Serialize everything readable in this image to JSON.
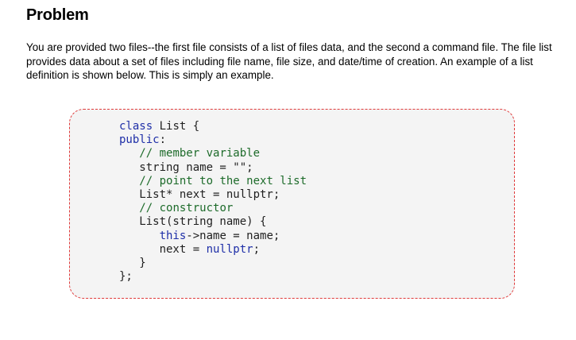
{
  "heading": "Problem",
  "intro": "You are provided two files--the first file consists of a list of files data, and the second a command file. The file list provides data about a set of files including file name, file size, and date/time of creation. An example of a list definition is shown below. This is simply an example.",
  "code": {
    "lines": [
      [
        {
          "t": "kw",
          "v": "class"
        },
        {
          "t": "tx",
          "v": " List {"
        }
      ],
      [
        {
          "t": "kw",
          "v": "public"
        },
        {
          "t": "tx",
          "v": ":"
        }
      ],
      [
        {
          "t": "tx",
          "v": "   "
        },
        {
          "t": "cm",
          "v": "// member variable"
        }
      ],
      [
        {
          "t": "tx",
          "v": "   string name = \"\";"
        }
      ],
      [
        {
          "t": "tx",
          "v": "   "
        },
        {
          "t": "cm",
          "v": "// point to the next list"
        }
      ],
      [
        {
          "t": "tx",
          "v": "   List* next = nullptr;"
        }
      ],
      [
        {
          "t": "tx",
          "v": "   "
        },
        {
          "t": "cm",
          "v": "// constructor"
        }
      ],
      [
        {
          "t": "tx",
          "v": "   List(string name) {"
        }
      ],
      [
        {
          "t": "tx",
          "v": "      "
        },
        {
          "t": "kw",
          "v": "this"
        },
        {
          "t": "tx",
          "v": "->name = name;"
        }
      ],
      [
        {
          "t": "tx",
          "v": "      next = "
        },
        {
          "t": "kw",
          "v": "nullptr"
        },
        {
          "t": "tx",
          "v": ";"
        }
      ],
      [
        {
          "t": "tx",
          "v": "   }"
        }
      ],
      [
        {
          "t": "tx",
          "v": "};"
        }
      ]
    ]
  }
}
